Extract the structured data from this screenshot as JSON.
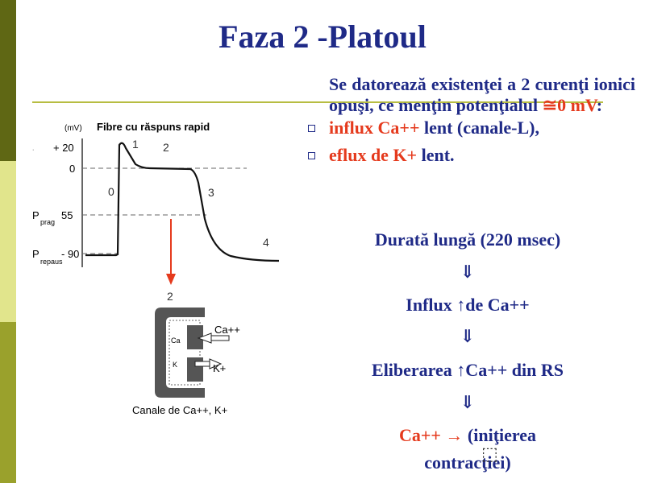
{
  "slide": {
    "title": "Faza 2 -Platoul",
    "intro": {
      "part1": "Se datorează existenţei a 2 curenţi ionici opuşi, ce menţin potenţialul ",
      "symbol": "≅",
      "value": "0 mV",
      "colon": ":"
    },
    "bullets": [
      {
        "lead": "influx Ca++",
        "rest": " lent (canale-L),"
      },
      {
        "lead": "eflux de K+",
        "rest": " lent."
      }
    ],
    "chain": {
      "line1": "Durată lungă (220 msec)",
      "arrow": "⇓",
      "line2": "Influx ↑de Ca++",
      "line3": "Eliberarea ↑Ca++ din RS",
      "line4_red": "Ca++ → ",
      "line4_blue": "(iniţierea",
      "line5": "contracţiei)"
    }
  },
  "diagram": {
    "header": "Fibre cu răspuns rapid",
    "unit": "(mV)",
    "y_labels": [
      "+ 20",
      "0",
      "P",
      "prag",
      "55",
      "P",
      "repaus",
      "- 90"
    ],
    "phase_labels": [
      "1",
      "2",
      "0",
      "3",
      "4"
    ],
    "channel_phase": "2",
    "ca_label": "Ca++",
    "k_label": "K+",
    "ca_inside": "Ca",
    "k_inside": "K",
    "caption": "Canale de Ca++, K+"
  },
  "colors": {
    "title_blue": "#1f2a87",
    "accent_red": "#e53a1d",
    "sidebar_dark": "#5f6714",
    "sidebar_light": "#e1e58c",
    "rule_olive": "#b7bd42"
  }
}
